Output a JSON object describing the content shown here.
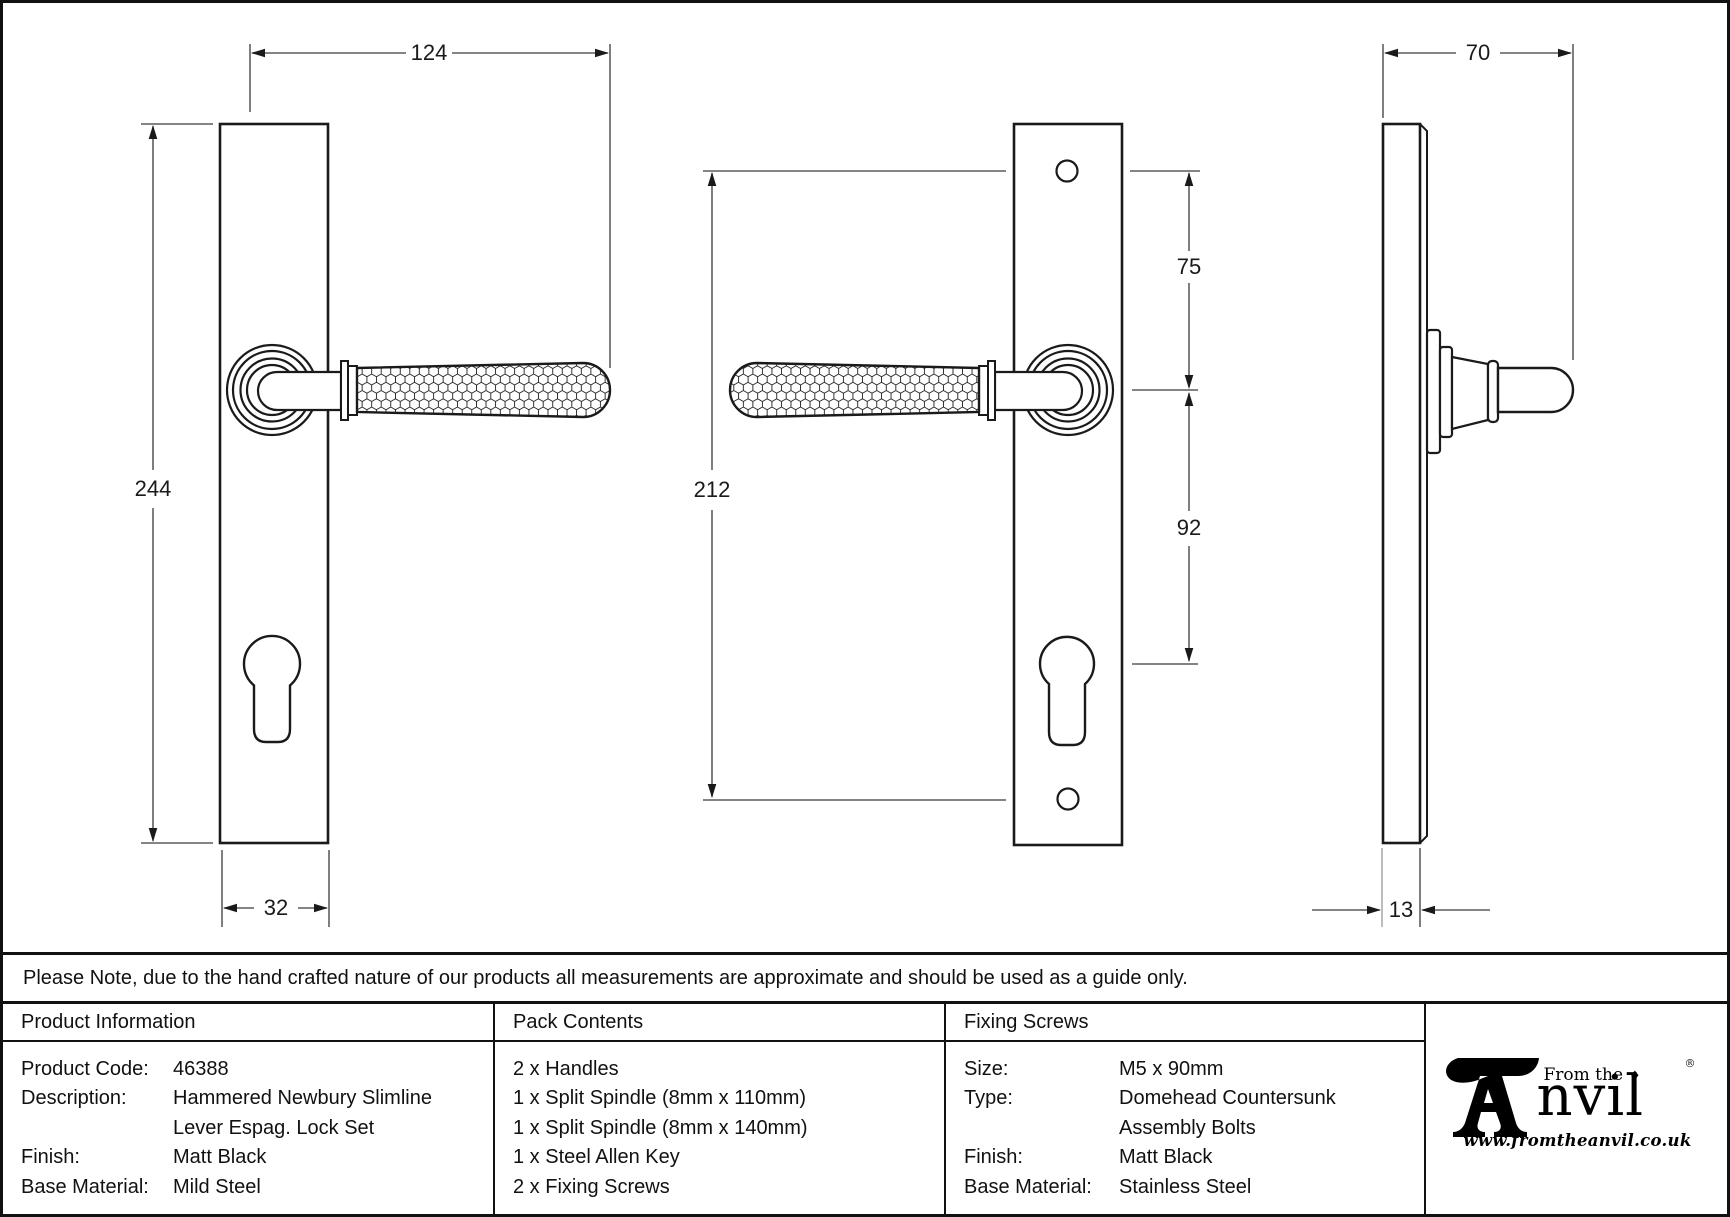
{
  "note": {
    "text": "Please Note, due to the hand crafted nature of our products all measurements are approximate and should be used as a guide only."
  },
  "dimensions": {
    "front": {
      "lever_length": "124",
      "plate_height": "244",
      "plate_width": "32"
    },
    "reverse": {
      "screw_centres": "212",
      "top_screw_to_handle": "75",
      "handle_to_cylinder": "92"
    },
    "side": {
      "projection": "70",
      "plate_thickness": "13"
    }
  },
  "table": {
    "product_information": {
      "header": "Product Information",
      "rows": [
        {
          "label": "Product Code:",
          "value": "46388"
        },
        {
          "label": "Description:",
          "value": "Hammered Newbury Slimline"
        },
        {
          "label": "",
          "value": "Lever Espag. Lock Set"
        },
        {
          "label": "Finish:",
          "value": "Matt Black"
        },
        {
          "label": "Base Material:",
          "value": "Mild Steel"
        }
      ]
    },
    "pack_contents": {
      "header": "Pack Contents",
      "items": [
        "2 x Handles",
        "1 x Split Spindle (8mm x 110mm)",
        "1 x Split Spindle (8mm x 140mm)",
        "1 x Steel Allen Key",
        "2 x Fixing Screws"
      ]
    },
    "fixing_screws": {
      "header": "Fixing Screws",
      "rows": [
        {
          "label": "Size:",
          "value": "M5 x 90mm"
        },
        {
          "label": "Type:",
          "value": "Domehead Countersunk"
        },
        {
          "label": "",
          "value": "Assembly Bolts"
        },
        {
          "label": "Finish:",
          "value": "Matt Black"
        },
        {
          "label": "Base Material:",
          "value": "Stainless Steel"
        }
      ]
    }
  },
  "logo": {
    "tagline": "From the",
    "diamond": "♦",
    "brand_suffix": "nvil",
    "registered": "®",
    "url": "www.fromtheanvil.co.uk"
  }
}
